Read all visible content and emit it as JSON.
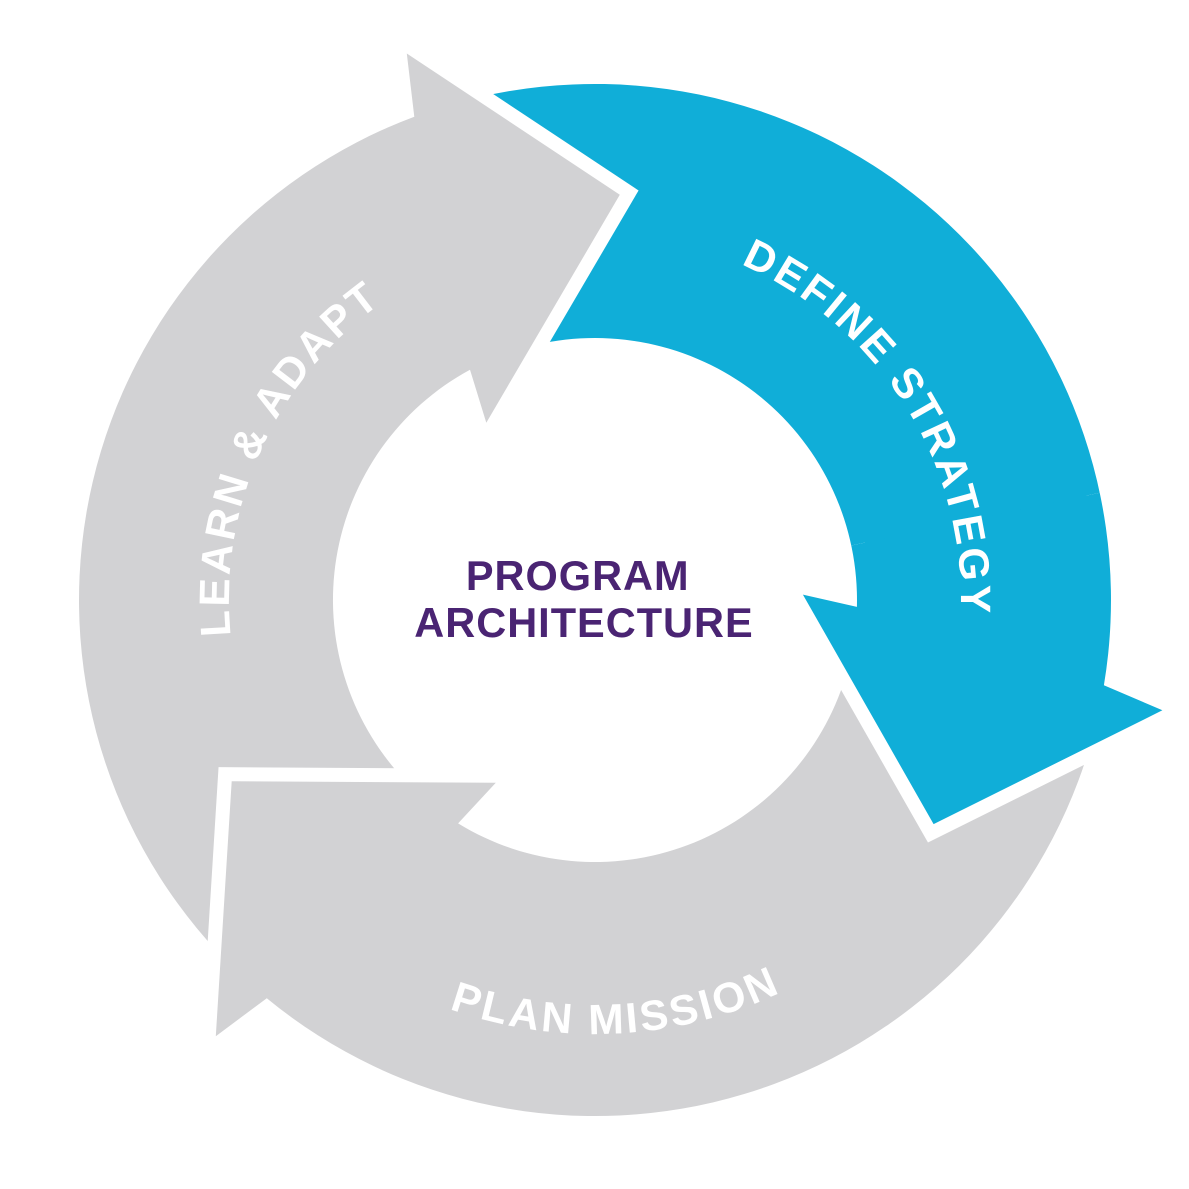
{
  "diagram": {
    "type": "cycle",
    "flow_direction": "clockwise",
    "center_label": {
      "line1": "PROGRAM",
      "line2": "ARCHITECTURE"
    },
    "segments": [
      {
        "label": "DEFINE STRATEGY",
        "color": "#10AED8",
        "state": "highlighted"
      },
      {
        "label": "PLAN MISSION",
        "color": "#D2D2D4",
        "state": "default"
      },
      {
        "label": "LEARN & ADAPT",
        "color": "#D2D2D4",
        "state": "default"
      }
    ],
    "colors": {
      "highlight": "#10AED8",
      "inactive": "#D2D2D4",
      "label_text": "#FFFFFF",
      "center_text": "#4A2473",
      "separator": "#FFFFFF",
      "background": "#FFFFFF"
    }
  }
}
